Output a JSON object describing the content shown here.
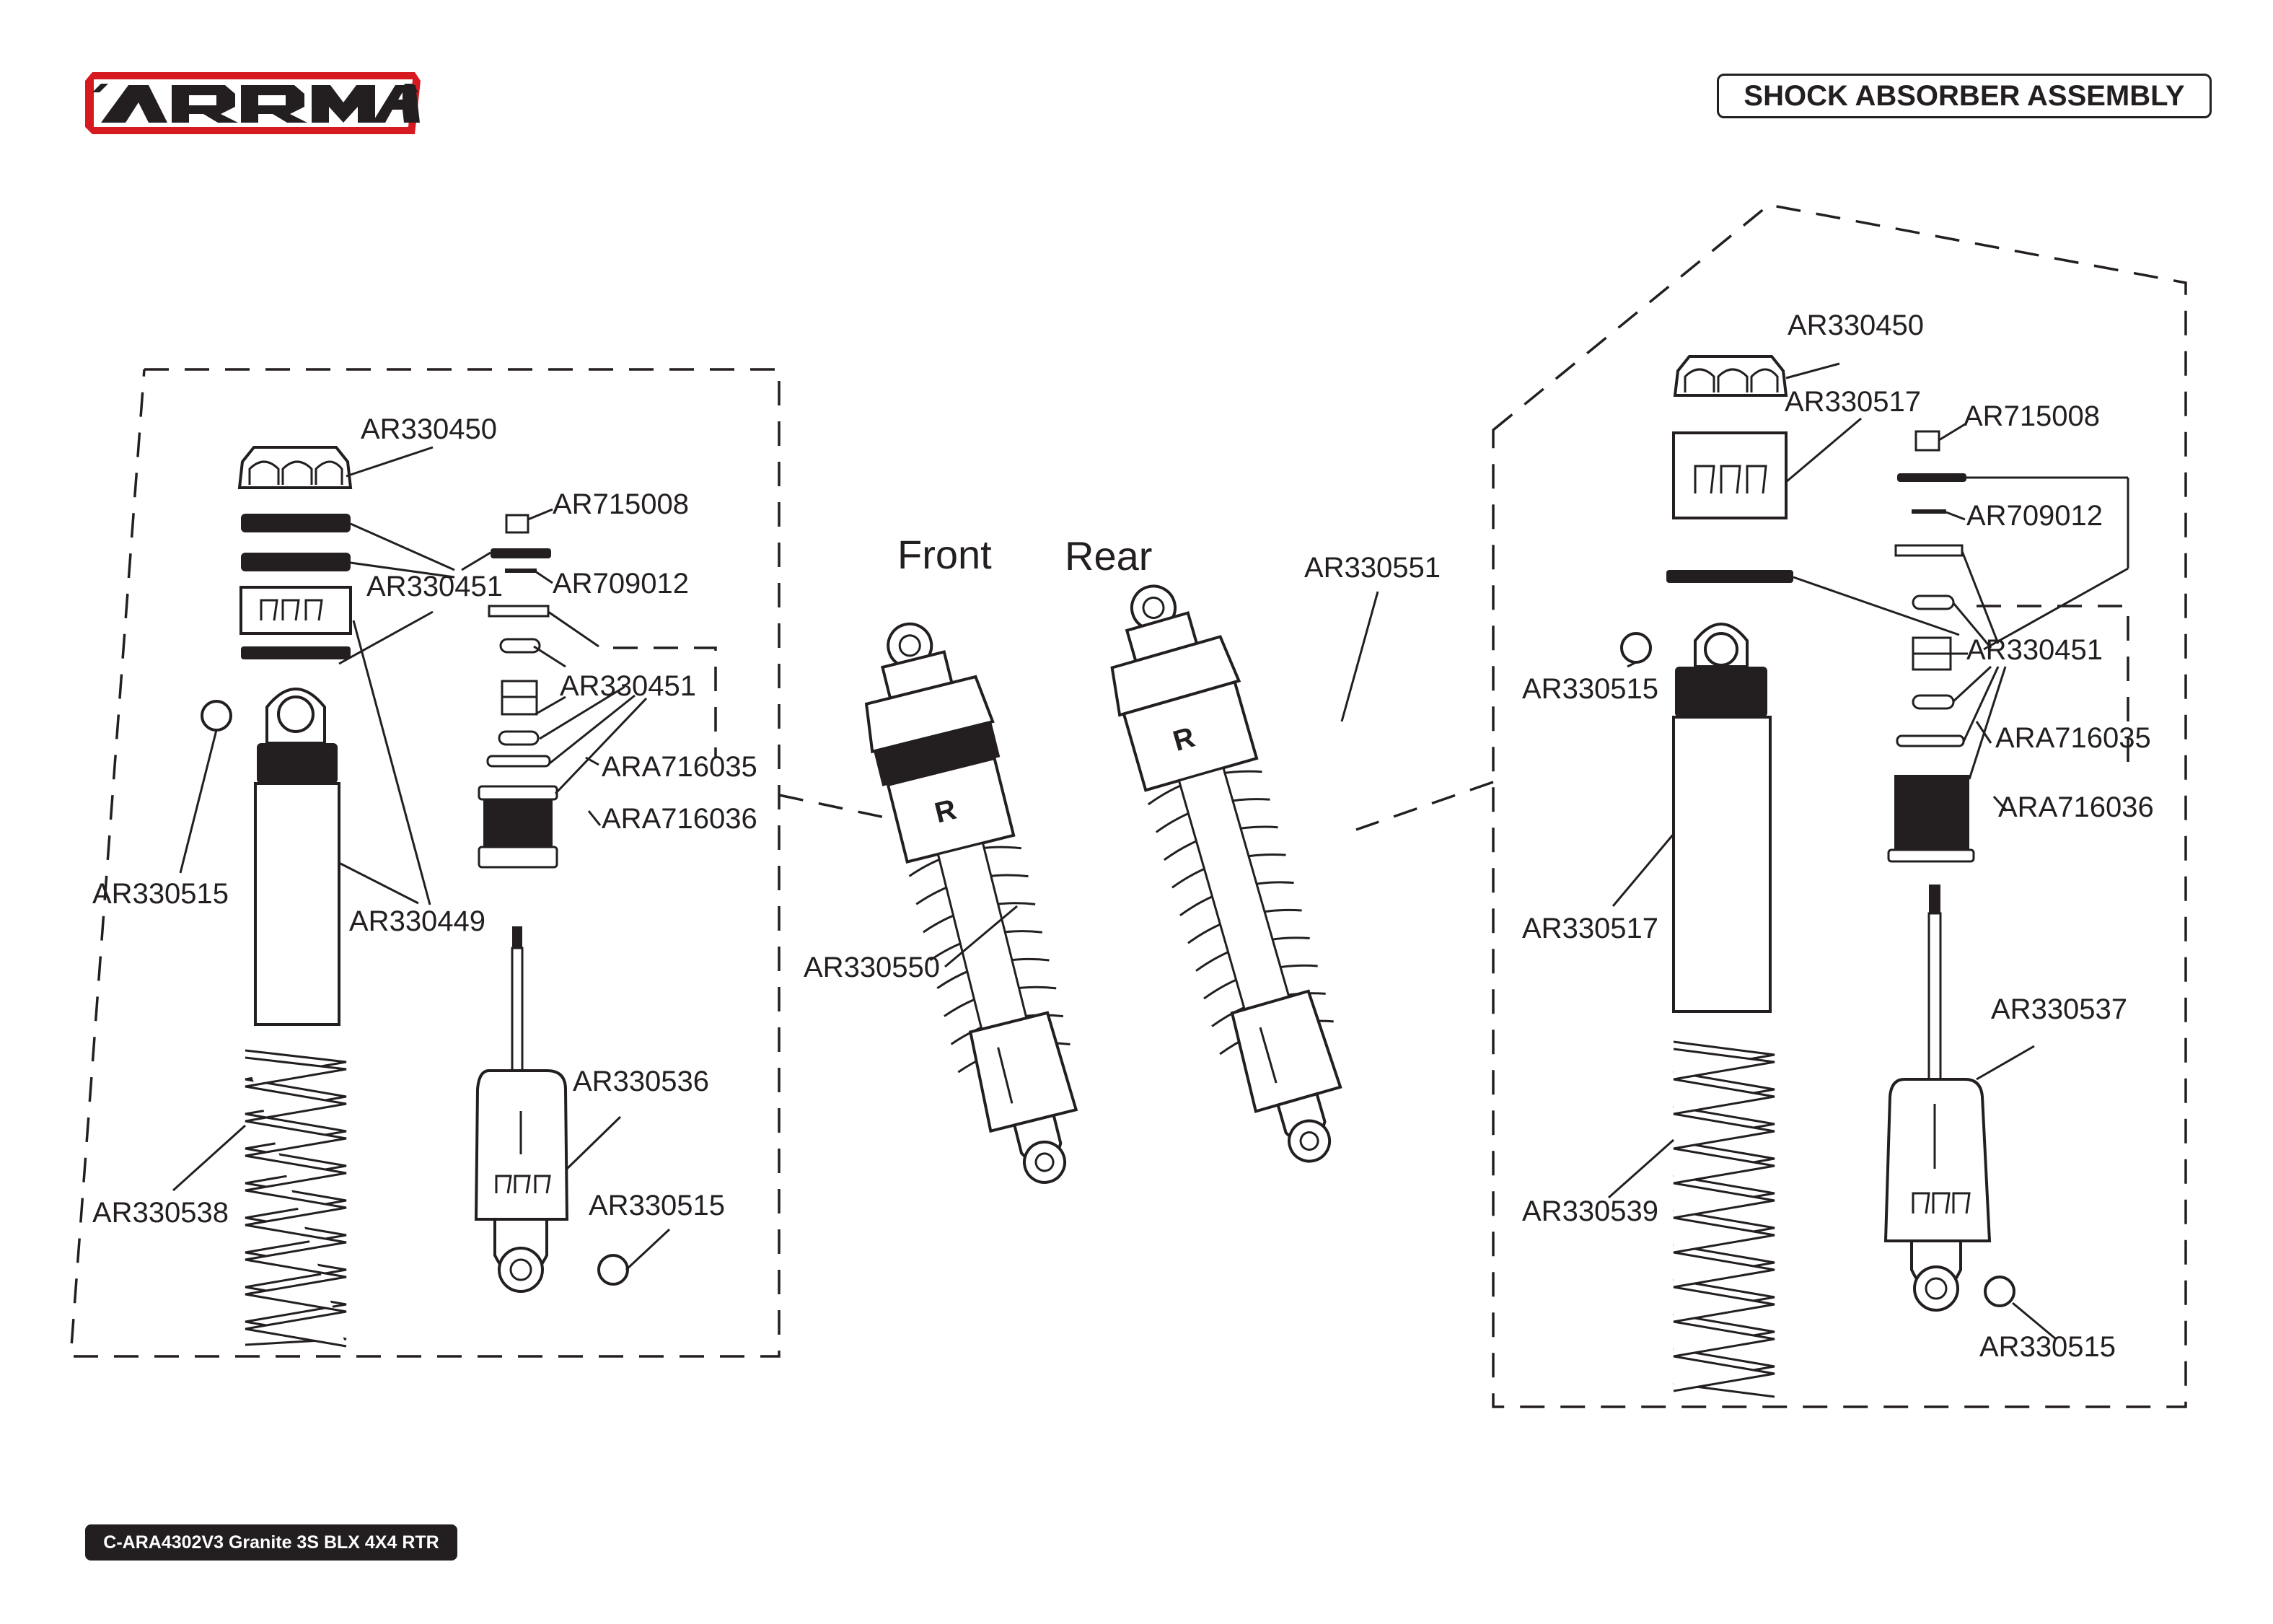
{
  "brand": {
    "logo_text": "ARRMA",
    "colors": {
      "logo_outline": "#d71920",
      "ink": "#231f20",
      "paper": "#ffffff"
    }
  },
  "header": {
    "title": "SHOCK ABSORBER ASSEMBLY"
  },
  "footer": {
    "model": "C-ARA4302V3 Granite 3S BLX 4X4 RTR"
  },
  "views": {
    "front": "Front",
    "rear": "Rear"
  },
  "left_group": {
    "labels": [
      "AR330450",
      "AR715008",
      "AR709012",
      "AR330451",
      "AR330451",
      "ARA716035",
      "ARA716036",
      "AR330515",
      "AR330449",
      "AR330536",
      "AR330538",
      "AR330515"
    ]
  },
  "center_group": {
    "labels": [
      "AR330551",
      "AR330550"
    ]
  },
  "right_group": {
    "labels": [
      "AR330450",
      "AR330517",
      "AR715008",
      "AR709012",
      "AR330515",
      "AR330451",
      "ARA716035",
      "ARA716036",
      "AR330517",
      "AR330537",
      "AR330539",
      "AR330515"
    ]
  }
}
